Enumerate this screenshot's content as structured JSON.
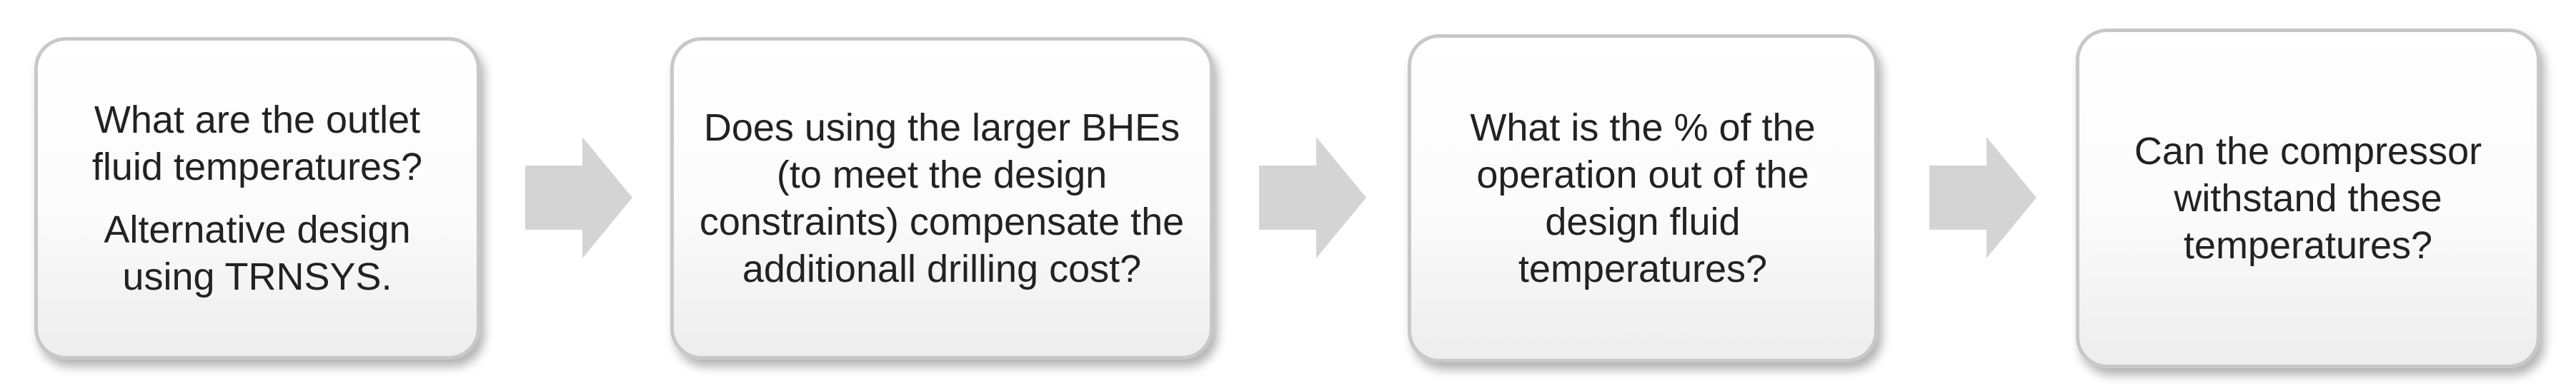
{
  "steps": [
    {
      "lines": [
        "What are the outlet fluid temperatures?",
        "Alternative design using TRNSYS."
      ]
    },
    {
      "lines": [
        "Does using the larger BHEs (to meet the design constraints) compensate the additionall drilling cost?"
      ]
    },
    {
      "lines": [
        "What is the % of the operation out of the design fluid temperatures?"
      ]
    },
    {
      "lines": [
        "Can the compressor withstand these temperatures?"
      ]
    }
  ],
  "colors": {
    "box_border": "#c8c8c8",
    "arrow_fill": "#d4d4d4",
    "text": "#222222"
  },
  "icons": [
    "right-arrow-icon",
    "right-arrow-icon",
    "right-arrow-icon"
  ]
}
